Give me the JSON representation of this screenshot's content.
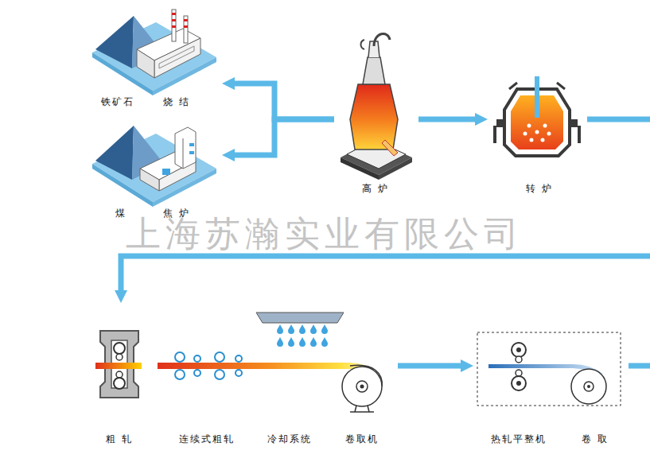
{
  "diagram": {
    "nodes": [
      {
        "text": [
          "铁矿石",
          "烧 结"
        ]
      },
      {
        "text": [
          "煤",
          "焦 炉"
        ]
      },
      {
        "text": [
          "高 炉"
        ]
      },
      {
        "text": [
          "转 炉"
        ]
      },
      {
        "text": [
          "粗 轧"
        ]
      },
      {
        "text": [
          "连续式粗轧"
        ]
      },
      {
        "text": [
          "冷却系统"
        ]
      },
      {
        "text": [
          "卷取机"
        ]
      },
      {
        "text": [
          "热轧平整机",
          "卷 取"
        ]
      }
    ],
    "edges": [
      {
        "from": 2,
        "to": 0,
        "arrow": "to"
      },
      {
        "from": 2,
        "to": 1,
        "arrow": "to"
      },
      {
        "from": 2,
        "to": 3,
        "arrow": "to"
      },
      {
        "from": 3,
        "to": 4,
        "arrow": "to"
      },
      {
        "from": 7,
        "to": 8,
        "arrow": "to"
      }
    ],
    "labels": [
      "上海苏瀚实业有限公司"
    ]
  }
}
